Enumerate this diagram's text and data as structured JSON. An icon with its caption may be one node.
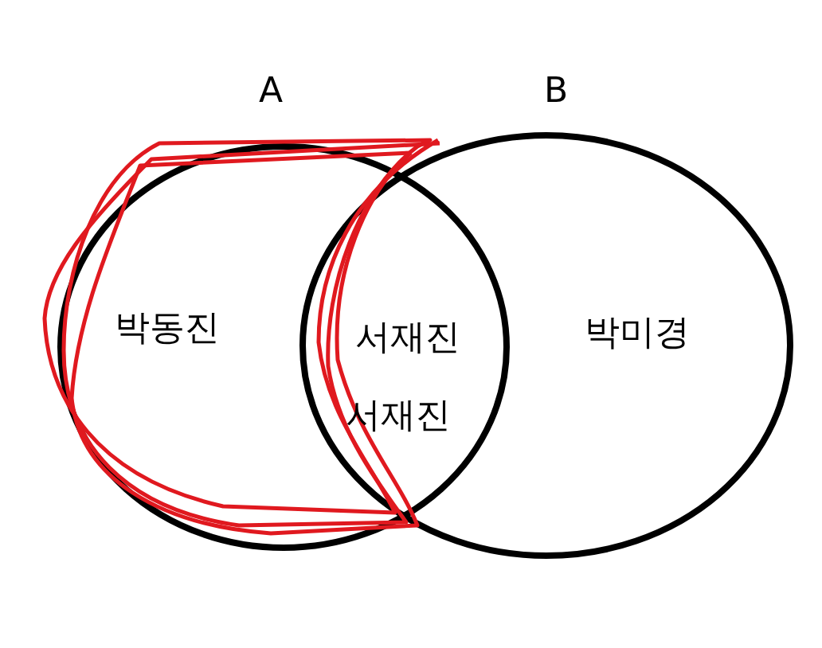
{
  "diagram": {
    "nodes": [
      {
        "text": [
          "A",
          "박동진"
        ]
      },
      {
        "text": [
          "B",
          "박미경"
        ]
      }
    ],
    "labels": [
      "서재진",
      "서재진"
    ]
  }
}
